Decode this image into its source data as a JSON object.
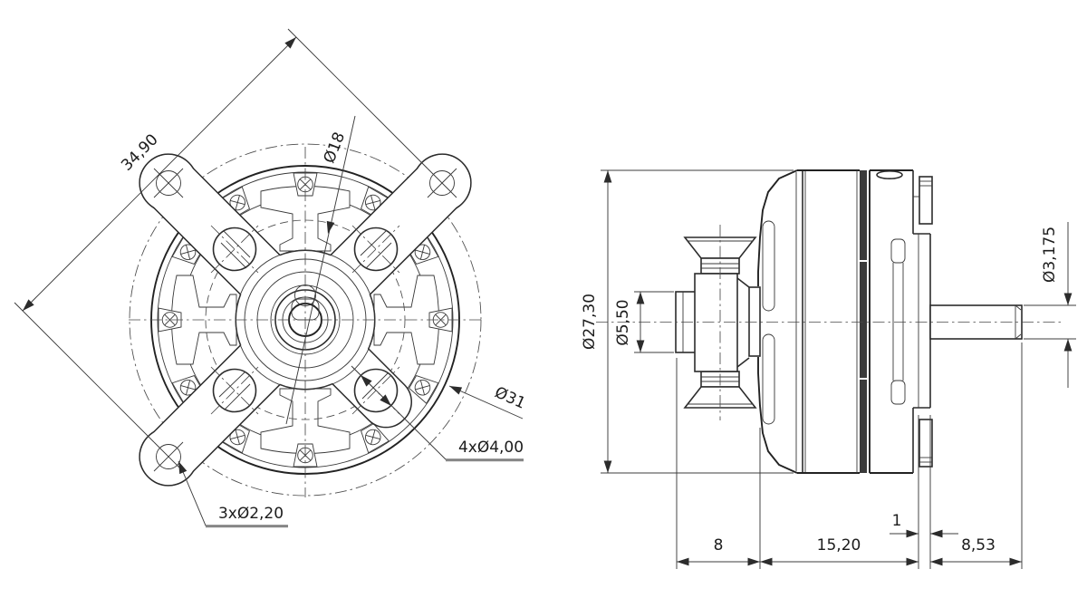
{
  "drawing": {
    "type": "engineering-drawing",
    "subject": "outrunner-motor-two-views",
    "colors": {
      "background": "#ffffff",
      "line": "#2c2c2c",
      "dimension": "#3c3c3c"
    },
    "dims": {
      "d34_90": "34,90",
      "d18": "Ø18",
      "d31": "Ø31",
      "d4x4": "4xØ4,00",
      "d3x2": "3xØ2,20",
      "d27_30": "Ø27,30",
      "d5_50": "Ø5,50",
      "d3_175": "Ø3,175",
      "d8": "8",
      "d15_20": "15,20",
      "d1": "1",
      "d8_53": "8,53"
    }
  }
}
